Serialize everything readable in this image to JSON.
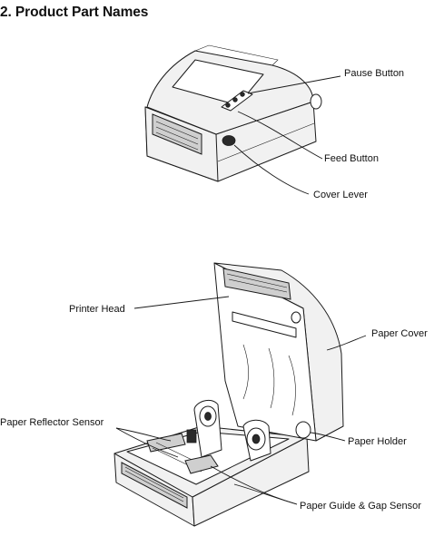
{
  "section_title": "2. Product Part Names",
  "labels": {
    "pause_button": "Pause Button",
    "feed_button": "Feed Button",
    "cover_lever": "Cover Lever",
    "printer_head": "Printer Head",
    "paper_cover": "Paper Cover",
    "paper_reflector_sensor": "Paper Reflector Sensor",
    "paper_holder": "Paper Holder",
    "paper_guide_gap_sensor": "Paper Guide & Gap Sensor"
  }
}
